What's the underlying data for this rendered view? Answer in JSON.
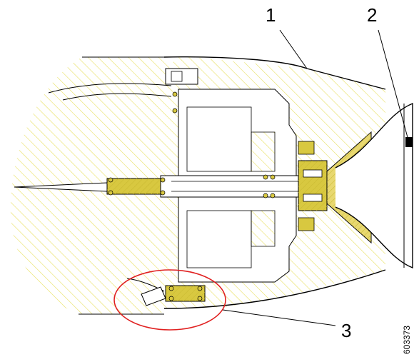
{
  "diagram": {
    "callouts": [
      {
        "id": "1",
        "label": "1"
      },
      {
        "id": "2",
        "label": "2"
      },
      {
        "id": "3",
        "label": "3"
      }
    ],
    "reference_code": "603373",
    "colors": {
      "hatch": "#e8e060",
      "outline": "#000000",
      "brass_part": "#d8c840",
      "highlight_circle": "#e02020",
      "background": "#ffffff"
    }
  }
}
